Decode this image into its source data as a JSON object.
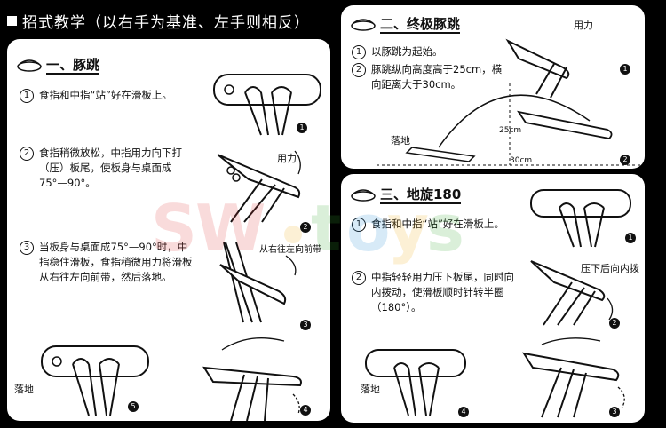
{
  "header": {
    "title": "招式教学（以右手为基准、左手则相反）"
  },
  "section1": {
    "title": "一、豚跳",
    "steps": [
      {
        "num": "1",
        "text": "食指和中指“站”好在滑板上。"
      },
      {
        "num": "2",
        "text": "食指稍微放松，中指用力向下打（压）板尾，使板身与桌面成75°—90°。"
      },
      {
        "num": "3",
        "text": "当板身与桌面成75°—90°时，中指稳住滑板，食指稍微用力将滑板从右往左向前带，然后落地。"
      }
    ],
    "labels": {
      "force": "用力",
      "direction": "从右往左向前带",
      "landing": "落地"
    },
    "markers": [
      "1",
      "2",
      "3",
      "4",
      "5"
    ]
  },
  "section2": {
    "title": "二、终极豚跳",
    "steps": [
      {
        "num": "1",
        "text": "以豚跳为起始。"
      },
      {
        "num": "2",
        "text": "豚跳纵向高度高于25cm，横向距离大于30cm。"
      }
    ],
    "labels": {
      "force": "用力",
      "landing": "落地",
      "height": "25cm",
      "distance": "30cm"
    },
    "markers": [
      "1",
      "2"
    ]
  },
  "section3": {
    "title": "三、地旋180",
    "steps": [
      {
        "num": "1",
        "text": "食指和中指“站”好在滑板上。"
      },
      {
        "num": "2",
        "text": "中指轻轻用力压下板尾，同时向内拨动，使滑板顺时针转半圈（180°）。"
      }
    ],
    "labels": {
      "press": "压下后向内拨",
      "landing": "落地"
    },
    "markers": [
      "1",
      "2",
      "3",
      "4"
    ]
  },
  "watermark": {
    "text": "SW·toys",
    "colors": [
      "#e23b3b",
      "#2a8fd6",
      "#f2b01e",
      "#3aaa35"
    ]
  }
}
